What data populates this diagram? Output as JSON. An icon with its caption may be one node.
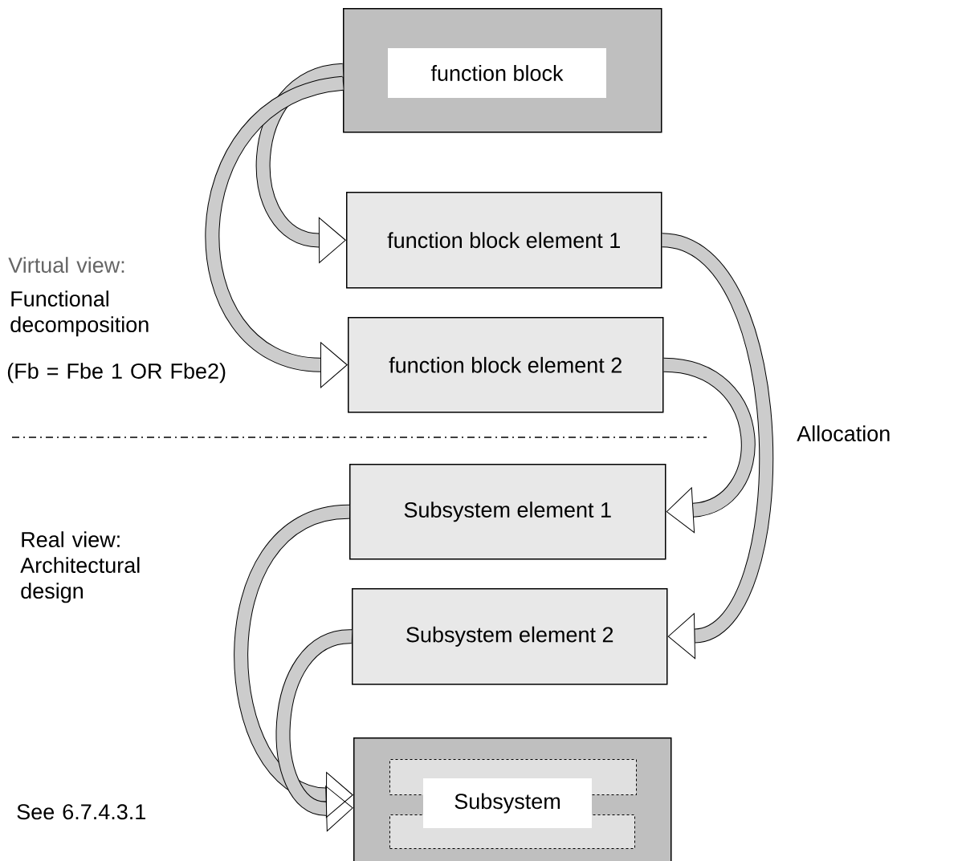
{
  "diagram": {
    "nodes": [
      {
        "text": [
          "function block"
        ]
      },
      {
        "text": [
          "function block element 1"
        ]
      },
      {
        "text": [
          "function block element 2"
        ]
      },
      {
        "text": [
          "Subsystem element 1"
        ]
      },
      {
        "text": [
          "Subsystem element 2"
        ]
      },
      {
        "text": [
          "Subsystem"
        ]
      },
      {
        "text": [],
        "shape": "box",
        "in": 5
      },
      {
        "text": [],
        "shape": "box",
        "in": 5
      }
    ],
    "edges": [
      {
        "from": 0,
        "to": 1,
        "arrow": "to"
      },
      {
        "from": 0,
        "to": 2,
        "arrow": "to"
      },
      {
        "from": 1,
        "to": 4,
        "arrow": "to"
      },
      {
        "from": 2,
        "to": 3,
        "arrow": "to"
      },
      {
        "from": 3,
        "to": 5,
        "arrow": "to"
      },
      {
        "from": 4,
        "to": 5,
        "arrow": "to"
      }
    ],
    "labels": [
      "Virtual view:",
      "Functional decomposition",
      "(Fb = Fbe 1 OR Fbe2)",
      "Allocation",
      "Real view: Architectural design",
      "See 6.7.4.3.1"
    ]
  }
}
